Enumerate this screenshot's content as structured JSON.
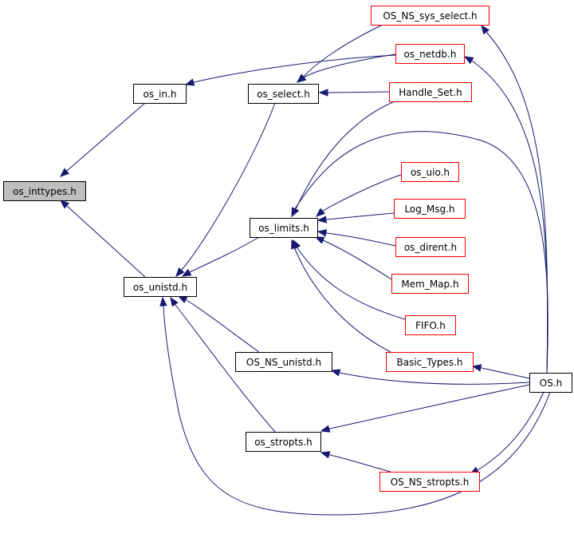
{
  "diagram": {
    "kind": "include-dependency-graph",
    "colors": {
      "edge": "#191970",
      "focus_fill": "#bfbfbf",
      "focus_border": "#000000",
      "internal_border": "#000000",
      "external_border": "#ff0000",
      "node_fill": "#ffffff"
    },
    "nodes": [
      {
        "id": "os_inttypes",
        "label": "os_inttypes.h",
        "style": "focus"
      },
      {
        "id": "os_in",
        "label": "os_in.h",
        "style": "internal"
      },
      {
        "id": "os_select",
        "label": "os_select.h",
        "style": "internal"
      },
      {
        "id": "os_unistd",
        "label": "os_unistd.h",
        "style": "internal"
      },
      {
        "id": "os_limits",
        "label": "os_limits.h",
        "style": "internal"
      },
      {
        "id": "OS_NS_unistd",
        "label": "OS_NS_unistd.h",
        "style": "internal"
      },
      {
        "id": "os_stropts",
        "label": "os_stropts.h",
        "style": "internal"
      },
      {
        "id": "OS",
        "label": "OS.h",
        "style": "internal"
      },
      {
        "id": "OS_NS_sys_select",
        "label": "OS_NS_sys_select.h",
        "style": "external"
      },
      {
        "id": "os_netdb",
        "label": "os_netdb.h",
        "style": "external"
      },
      {
        "id": "Handle_Set",
        "label": "Handle_Set.h",
        "style": "external"
      },
      {
        "id": "os_uio",
        "label": "os_uio.h",
        "style": "external"
      },
      {
        "id": "Log_Msg",
        "label": "Log_Msg.h",
        "style": "external"
      },
      {
        "id": "os_dirent",
        "label": "os_dirent.h",
        "style": "external"
      },
      {
        "id": "Mem_Map",
        "label": "Mem_Map.h",
        "style": "external"
      },
      {
        "id": "FIFO",
        "label": "FIFO.h",
        "style": "external"
      },
      {
        "id": "Basic_Types",
        "label": "Basic_Types.h",
        "style": "external"
      },
      {
        "id": "OS_NS_stropts",
        "label": "OS_NS_stropts.h",
        "style": "external"
      }
    ],
    "edges": [
      {
        "from": "os_in",
        "to": "os_inttypes"
      },
      {
        "from": "os_unistd",
        "to": "os_inttypes"
      },
      {
        "from": "os_netdb",
        "to": "os_in"
      },
      {
        "from": "os_netdb",
        "to": "os_select"
      },
      {
        "from": "OS_NS_sys_select",
        "to": "os_select"
      },
      {
        "from": "Handle_Set",
        "to": "os_select"
      },
      {
        "from": "os_select",
        "to": "os_unistd"
      },
      {
        "from": "os_limits",
        "to": "os_unistd"
      },
      {
        "from": "OS_NS_unistd",
        "to": "os_unistd"
      },
      {
        "from": "os_stropts",
        "to": "os_unistd"
      },
      {
        "from": "OS",
        "to": "os_unistd"
      },
      {
        "from": "Handle_Set",
        "to": "os_limits"
      },
      {
        "from": "os_uio",
        "to": "os_limits"
      },
      {
        "from": "Log_Msg",
        "to": "os_limits"
      },
      {
        "from": "os_dirent",
        "to": "os_limits"
      },
      {
        "from": "Mem_Map",
        "to": "os_limits"
      },
      {
        "from": "FIFO",
        "to": "os_limits"
      },
      {
        "from": "Basic_Types",
        "to": "os_limits"
      },
      {
        "from": "OS",
        "to": "os_limits"
      },
      {
        "from": "OS",
        "to": "OS_NS_sys_select"
      },
      {
        "from": "OS",
        "to": "os_netdb"
      },
      {
        "from": "OS",
        "to": "Basic_Types"
      },
      {
        "from": "OS",
        "to": "OS_NS_unistd"
      },
      {
        "from": "OS",
        "to": "os_stropts"
      },
      {
        "from": "OS",
        "to": "OS_NS_stropts"
      },
      {
        "from": "OS_NS_stropts",
        "to": "os_stropts"
      }
    ]
  }
}
